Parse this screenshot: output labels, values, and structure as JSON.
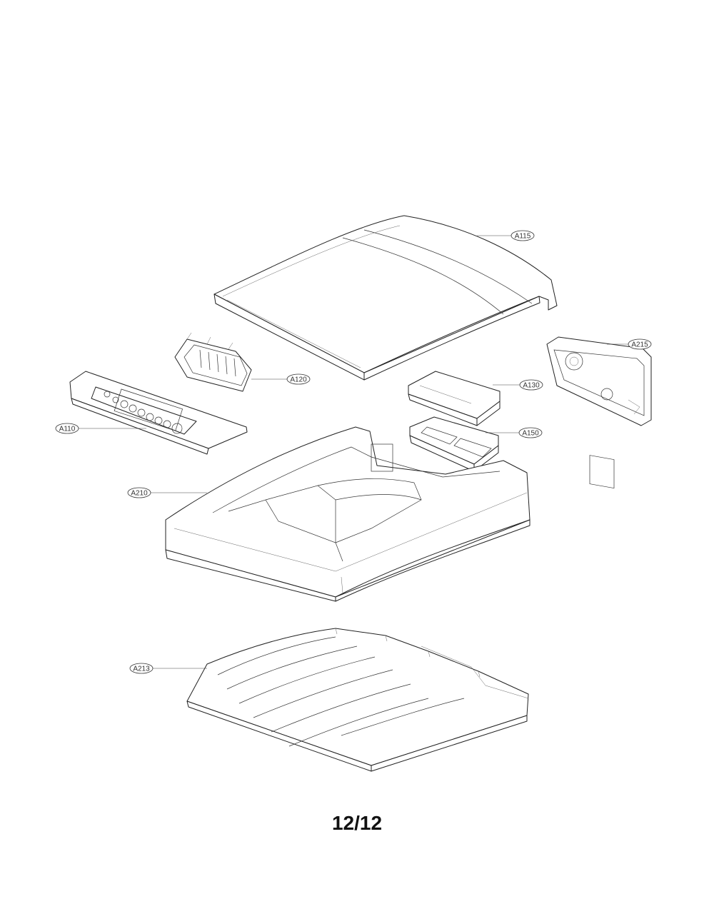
{
  "callouts": {
    "a115": "A115",
    "a120": "A120",
    "a110": "A110",
    "a130": "A130",
    "a150": "A150",
    "a215": "A215",
    "a210": "A210",
    "a213": "A213"
  },
  "page_number": "12/12"
}
